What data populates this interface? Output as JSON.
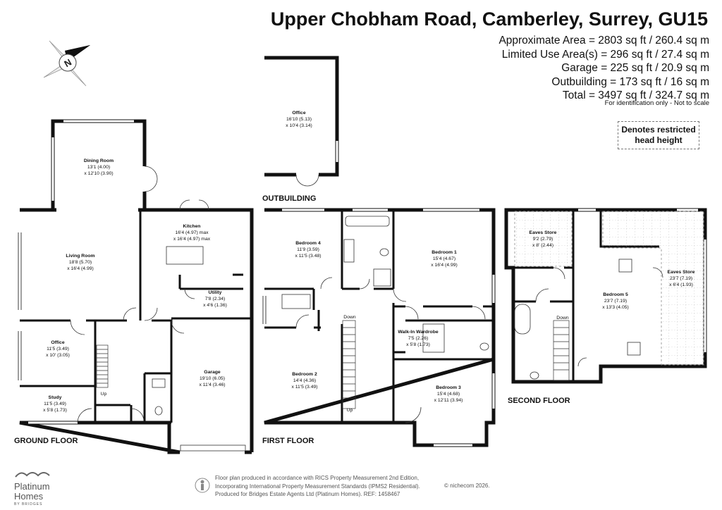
{
  "header": {
    "title": "Upper Chobham Road, Camberley, Surrey, GU15",
    "areas": [
      "Approximate Area = 2803 sq ft / 260.4 sq m",
      "Limited Use Area(s) = 296 sq ft / 27.4 sq m",
      "Garage = 225 sq ft / 20.9 sq m",
      "Outbuilding = 173 sq ft / 16 sq m",
      "Total = 3497 sq ft / 324.7 sq m"
    ],
    "note": "For identification only - Not to scale",
    "restricted_line1": "Denotes restricted",
    "restricted_line2": "head height"
  },
  "compass": {
    "letter": "N"
  },
  "floors": {
    "ground": "GROUND FLOOR",
    "first": "FIRST FLOOR",
    "second": "SECOND FLOOR",
    "outbuilding": "OUTBUILDING"
  },
  "rooms": {
    "dining": {
      "name": "Dining Room",
      "dim1": "13'1 (4.00)",
      "dim2": "x 12'10 (3.90)"
    },
    "living": {
      "name": "Living Room",
      "dim1": "18'8 (5.70)",
      "dim2": "x 16'4 (4.99)"
    },
    "kitchen": {
      "name": "Kitchen",
      "dim1": "16'4 (4.97) max",
      "dim2": "x 16'4 (4.97) max"
    },
    "utility": {
      "name": "Utility",
      "dim1": "7'8 (2.34)",
      "dim2": "x 4'6 (1.36)"
    },
    "office_g": {
      "name": "Office",
      "dim1": "11'5 (3.49)",
      "dim2": "x 10' (3.05)"
    },
    "study": {
      "name": "Study",
      "dim1": "11'5 (3.49)",
      "dim2": "x 5'8 (1.73)"
    },
    "garage": {
      "name": "Garage",
      "dim1": "19'10 (6.05)",
      "dim2": "x 11'4 (3.46)"
    },
    "office_out": {
      "name": "Office",
      "dim1": "16'10 (5.13)",
      "dim2": "x 10'4 (3.14)"
    },
    "bed4": {
      "name": "Bedroom 4",
      "dim1": "11'9 (3.59)",
      "dim2": "x 11'5 (3.48)"
    },
    "bed1": {
      "name": "Bedroom 1",
      "dim1": "15'4 (4.67)",
      "dim2": "x 16'4 (4.99)"
    },
    "bed2": {
      "name": "Bedroom 2",
      "dim1": "14'4 (4.36)",
      "dim2": "x 11'5 (3.49)"
    },
    "walkin": {
      "name": "Walk-In Wardrobe",
      "dim1": "7'5 (2.26)",
      "dim2": "x 5'8 (1.73)"
    },
    "bed3": {
      "name": "Bedroom 3",
      "dim1": "15'4 (4.68)",
      "dim2": "x 12'11 (3.94)"
    },
    "eaves1": {
      "name": "Eaves Store",
      "dim1": "9'2 (2.79)",
      "dim2": "x 8' (2.44)"
    },
    "eaves2": {
      "name": "Eaves Store",
      "dim1": "23'7 (7.19)",
      "dim2": "x 6'4 (1.93)"
    },
    "bed5": {
      "name": "Bedroom 5",
      "dim1": "23'7 (7.19)",
      "dim2": "x 13'3 (4.05)"
    }
  },
  "stairs": {
    "up": "Up",
    "down": "Down"
  },
  "footer": {
    "line1": "Floor plan produced in accordance with RICS Property Measurement 2nd Edition,",
    "line2": "Incorporating International Property Measurement Standards (IPMS2 Residential).",
    "line3": "Produced for Bridges Estate Agents Ltd (Platinum Homes).   REF: 1458467",
    "copyright": "© nichecom 2026."
  },
  "logo": {
    "line1": "Platinum",
    "line2": "Homes",
    "line3": "BY BRIDGES"
  },
  "colors": {
    "wall": "#111111",
    "restricted": "#8a8a8a",
    "text": "#111111",
    "footer": "#555555"
  }
}
